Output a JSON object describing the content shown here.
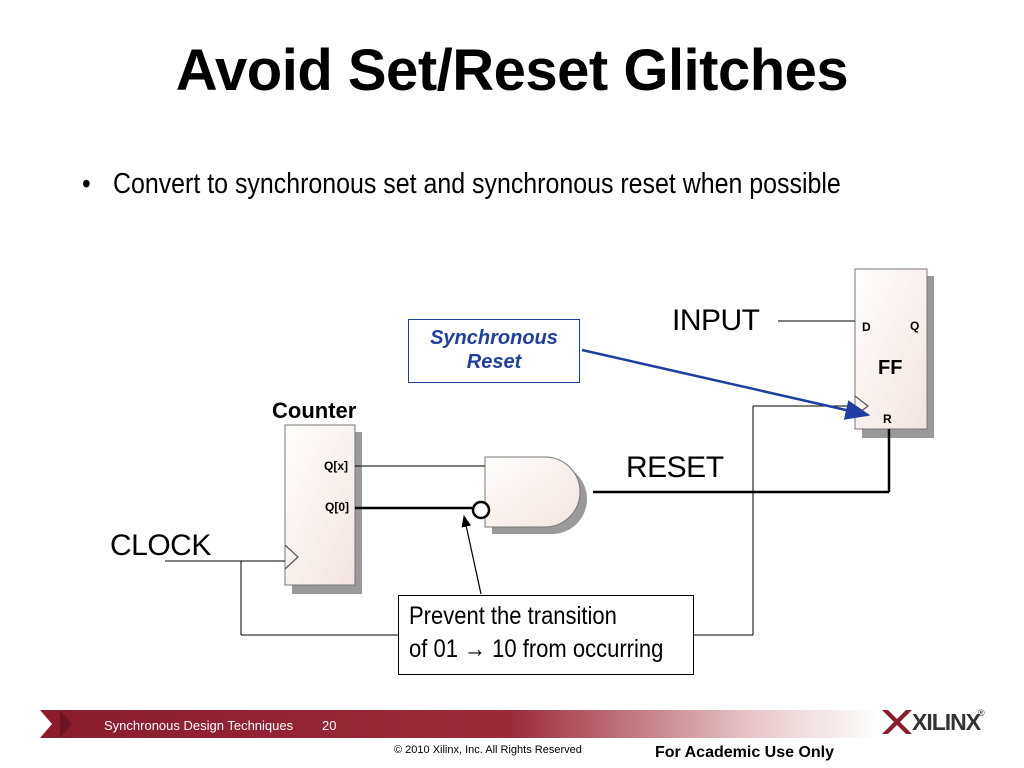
{
  "slide": {
    "title": "Avoid Set/Reset Glitches",
    "bullet": "Convert to synchronous set and synchronous reset when possible"
  },
  "diagram": {
    "counter_label": "Counter",
    "counter_pins": {
      "qx": "Q[x]",
      "q0": "Q[0]"
    },
    "ff_label": "FF",
    "ff_pins": {
      "d": "D",
      "q": "Q",
      "r": "R"
    },
    "input_label": "INPUT",
    "reset_label": "RESET",
    "clock_label": "CLOCK",
    "sync_reset_callout": {
      "line1": "Synchronous",
      "line2": "Reset"
    },
    "prevent_callout": {
      "line1": "Prevent the transition",
      "line2": "of 01 → 10 from occurring"
    },
    "colors": {
      "block_fill": "#fbf3f0",
      "shadow": "#9a9a9a",
      "callout_blue": "#1f3fa0"
    }
  },
  "footer": {
    "text": "Synchronous Design Techniques",
    "page": "20",
    "copyright": "© 2010 Xilinx, Inc. All Rights Reserved",
    "academic": "For Academic Use Only",
    "logo_text": "XILINX",
    "logo_reg": "®",
    "band_color": "#8b1c2e"
  }
}
